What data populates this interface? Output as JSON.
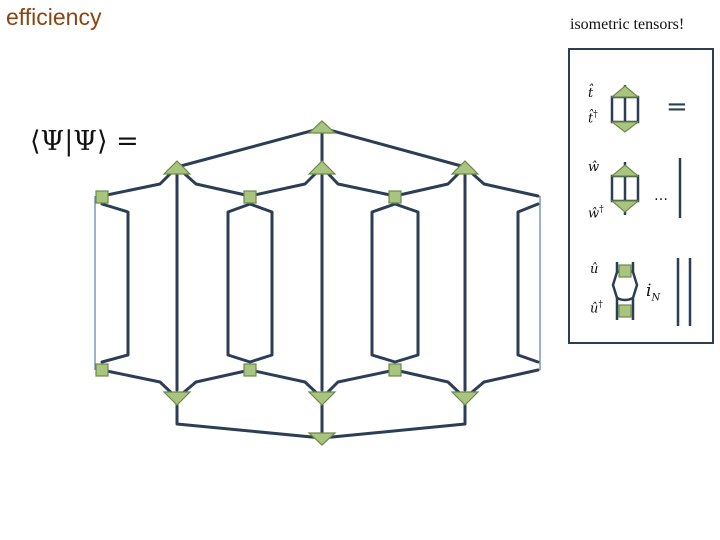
{
  "slide": {
    "title": "efficiency",
    "subtitle": "isometric tensors!",
    "equation_lhs": "⟨Ψ|Ψ⟩ ="
  },
  "legend": {
    "t_hat": "t̂",
    "t_hat_dagger": "t̂",
    "w_hat": "ŵ",
    "w_hat_dagger": "ŵ",
    "u_hat": "û",
    "u_hat_dagger": "û",
    "dagger": "†",
    "equals": "=",
    "ellipsis": "…",
    "identity_symbol": "i",
    "identity_subscript": "N"
  },
  "colors": {
    "title": "#8B4513",
    "line": "#2c3e55",
    "node_fill": "#a9c47f",
    "node_stroke": "#6d8a4a"
  }
}
